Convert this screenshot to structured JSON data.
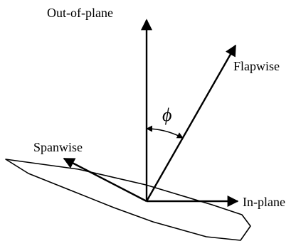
{
  "diagram": {
    "labels": {
      "out_of_plane": "Out-of-plane",
      "flapwise": "Flapwise",
      "spanwise": "Spanwise",
      "in_plane": "In-plane",
      "angle": "ϕ"
    },
    "colors": {
      "stroke": "#000000",
      "background": "#ffffff"
    }
  }
}
